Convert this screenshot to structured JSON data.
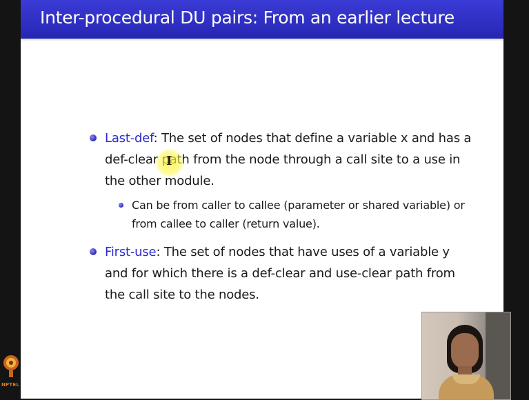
{
  "slide": {
    "title": "Inter-procedural DU pairs: From an earlier lecture",
    "bullets": [
      {
        "term": "Last-def",
        "text": ": The set of nodes that define a variable x and has a def-clear path from the node through a call site to a use in the other module.",
        "subbullet": "Can be from caller to callee (parameter or shared variable) or from callee to caller (return value)."
      },
      {
        "term": "First-use",
        "text": ": The set of nodes that have uses of a variable y and for which there is a def-clear and use-clear path from the call site to the nodes."
      }
    ]
  },
  "logo": {
    "label": "NPTEL"
  },
  "colors": {
    "title_bar": "#2a2ab8",
    "term": "#2b2bd0",
    "highlight": "#fff53c",
    "logo_text": "#d67a2a"
  },
  "icons": {
    "cursor": "i-beam-cursor-icon",
    "logo": "nptel-emblem-icon"
  }
}
